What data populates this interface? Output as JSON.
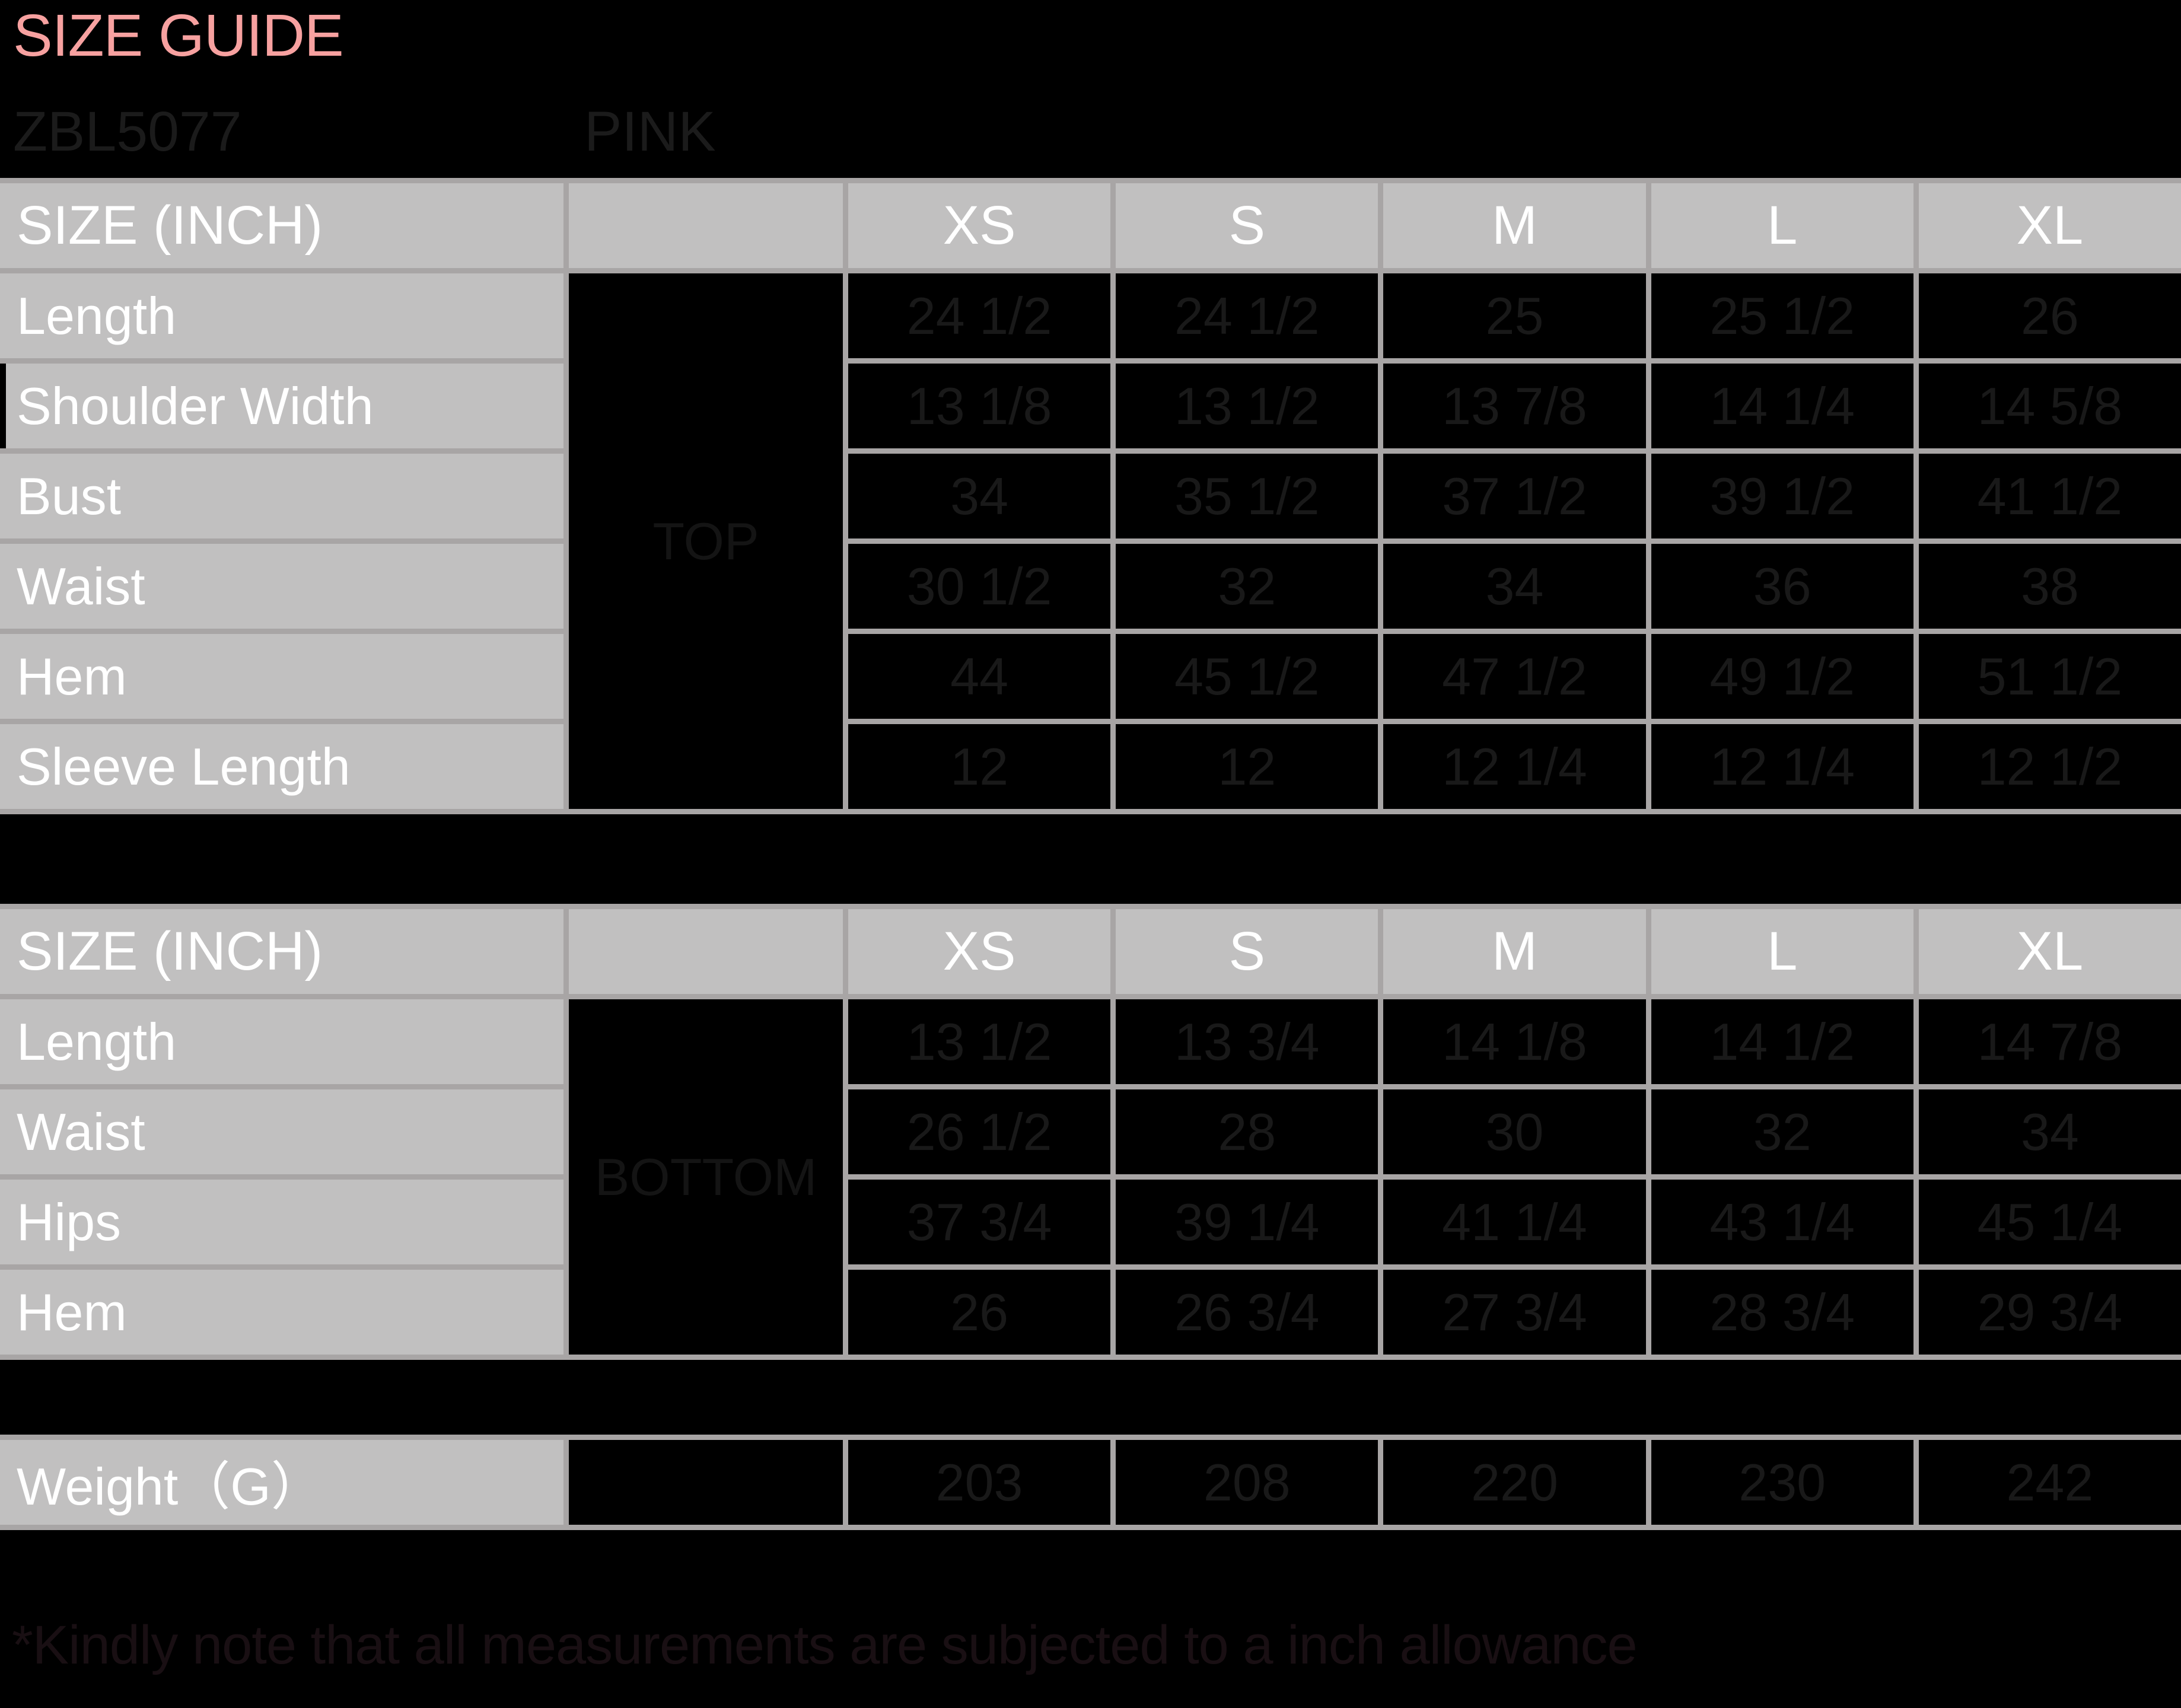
{
  "title": "SIZE GUIDE",
  "style_code": "ZBL5077",
  "color_name": "PINK",
  "size_columns": [
    "XS",
    "S",
    "M",
    "L",
    "XL"
  ],
  "tables": [
    {
      "id": "top",
      "header_label": "SIZE (INCH)",
      "group_label": "TOP",
      "rows": [
        {
          "label": "Length",
          "values": [
            "24 1/2",
            "24 1/2",
            "25",
            "25 1/2",
            "26"
          ]
        },
        {
          "label": "Shoulder Width",
          "values": [
            "13 1/8",
            "13 1/2",
            "13 7/8",
            "14 1/4",
            "14 5/8"
          ]
        },
        {
          "label": "Bust",
          "values": [
            "34",
            "35 1/2",
            "37 1/2",
            "39 1/2",
            "41 1/2"
          ]
        },
        {
          "label": "Waist",
          "values": [
            "30 1/2",
            "32",
            "34",
            "36",
            "38"
          ]
        },
        {
          "label": "Hem",
          "values": [
            "44",
            "45 1/2",
            "47 1/2",
            "49 1/2",
            "51 1/2"
          ]
        },
        {
          "label": "Sleeve Length",
          "values": [
            "12",
            "12",
            "12 1/4",
            "12 1/4",
            "12 1/2"
          ]
        }
      ]
    },
    {
      "id": "bottom",
      "header_label": "SIZE (INCH)",
      "group_label": "BOTTOM",
      "rows": [
        {
          "label": "Length",
          "values": [
            "13 1/2",
            "13 3/4",
            "14 1/8",
            "14 1/2",
            "14 7/8"
          ]
        },
        {
          "label": "Waist",
          "values": [
            "26 1/2",
            "28",
            "30",
            "32",
            "34"
          ]
        },
        {
          "label": "Hips",
          "values": [
            "37 3/4",
            "39 1/4",
            "41 1/4",
            "43 1/4",
            "45 1/4"
          ]
        },
        {
          "label": "Hem",
          "values": [
            "26",
            "26 3/4",
            "27 3/4",
            "28 3/4",
            "29 3/4"
          ]
        }
      ]
    }
  ],
  "weight_row": {
    "label": "Weight（G）",
    "values": [
      "203",
      "208",
      "220",
      "230",
      "242"
    ]
  },
  "footnote": "*Kindly note that all measurements are subjected to a inch allowance",
  "colors": {
    "background": "#000000",
    "accent_pink": "#F7A1A0",
    "cell_gray_bg": "#C1C0C0",
    "grid_line": "#A8A5A5",
    "cell_text_white": "#FFFFFF",
    "dim_value_text": "#191919",
    "dim_group_text": "#141414",
    "code_text": "#1B1B1B",
    "note_text": "#190F13"
  }
}
